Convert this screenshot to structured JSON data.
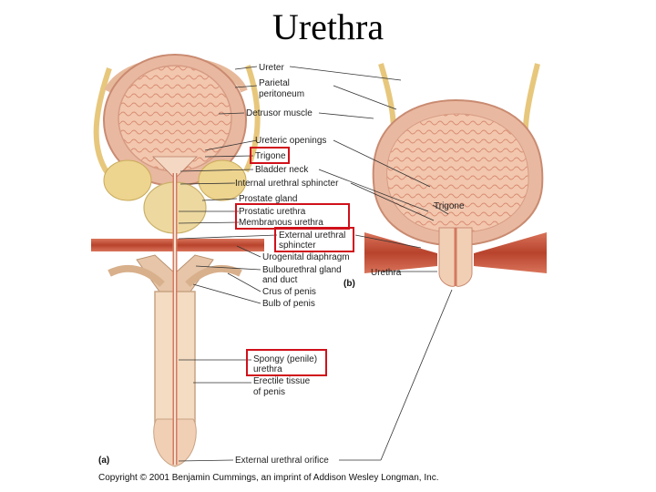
{
  "title": "Urethra",
  "labels": {
    "ureter": "Ureter",
    "parietal_1": "Parietal",
    "parietal_2": "peritoneum",
    "detrusor": "Detrusor muscle",
    "ureteric_openings": "Ureteric openings",
    "trigone": "Trigone",
    "bladder_neck": "Bladder neck",
    "internal_sphincter": "Internal urethral sphincter",
    "prostate_gland": "Prostate gland",
    "prostatic_urethra": "Prostatic urethra",
    "membranous_urethra": "Membranous urethra",
    "external_sphincter_1": "External urethral",
    "external_sphincter_2": "sphincter",
    "urogenital_diaphragm": "Urogenital diaphragm",
    "bulbourethral_1": "Bulbourethral gland",
    "bulbourethral_2": "and duct",
    "crus": "Crus of penis",
    "bulb": "Bulb of penis",
    "spongy_1": "Spongy (penile)",
    "spongy_2": "urethra",
    "erectile_1": "Erectile tissue",
    "erectile_2": "of penis",
    "external_orifice": "External urethral orifice",
    "trigone_b": "Trigone",
    "urethra_b": "Urethra"
  },
  "panel_a": "(a)",
  "panel_b": "(b)",
  "copyright": "Copyright © 2001 Benjamin Cummings, an imprint of Addison Wesley Longman, Inc.",
  "colors": {
    "highlight": "#d0101a",
    "bladder_wall": "#e9b8a0",
    "bladder_inner": "#f1c6ad",
    "muscle": "#c9573f",
    "tissue": "#f3dcc2"
  }
}
